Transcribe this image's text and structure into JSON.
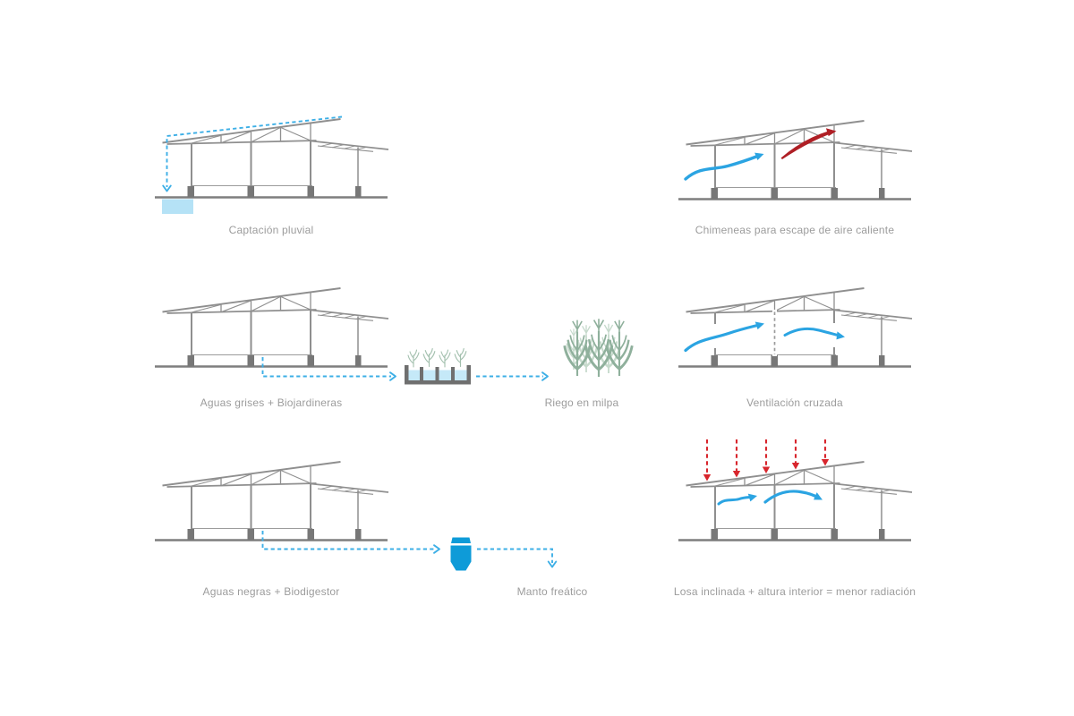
{
  "page": {
    "background": "#ffffff",
    "type": "architectural sustainability diagram sheet"
  },
  "diagrams": {
    "captacion_pluvial": {
      "label": "Captación pluvial"
    },
    "chimeneas": {
      "label": "Chimeneas para escape de aire caliente"
    },
    "aguas_grises": {
      "label": "Aguas grises + Biojardineras"
    },
    "riego_milpa": {
      "label": "Riego en milpa"
    },
    "ventilacion": {
      "label": "Ventilación cruzada"
    },
    "aguas_negras": {
      "label": "Aguas negras + Biodigestor"
    },
    "manto_freatico": {
      "label": "Manto freático"
    },
    "losa_inclinada": {
      "label": "Losa inclinada + altura interior = menor radiación"
    }
  },
  "icons": {
    "building-section-icon": "pavilion section with trusses and lean-to roof",
    "water-tank-icon": "light blue cistern rectangle",
    "rain-collection-dashed-line-icon": "blue dashed line along roof with down arrow",
    "airflow-arrow-icon": "blue curved swoosh arrow",
    "hot-air-arrow-icon": "dark red tapered swoosh arrow through clerestory",
    "biojardinera-planter-icon": "gray trough with four water cells and plants",
    "corn-plants-icon": "sage green corn stalks (milpa)",
    "biodigester-icon": "solid blue tank with lid",
    "radiation-arrows-icon": "red dashed arrows pointing down on roof",
    "cross-ventilation-dashes-icon": "gray dashed open partition line"
  },
  "colors": {
    "structure_gray": "#8f8f8f",
    "ground_gray": "#7e7e7e",
    "plinth_gray": "#777777",
    "caption_gray": "#9c9c9c",
    "dashed_blue": "#3dafe6",
    "arrow_blue": "#2ba4e2",
    "tank_blue": "#b5e2f6",
    "water_blue": "#c5e9f8",
    "biodigester_blue": "#0e9bd8",
    "radiation_red": "#d8262d",
    "hot_air_red": "#af1f25",
    "plant_green": "#a3c0ae",
    "corn_green": "#8fb09c",
    "corn_green_light": "#c6dacc"
  }
}
